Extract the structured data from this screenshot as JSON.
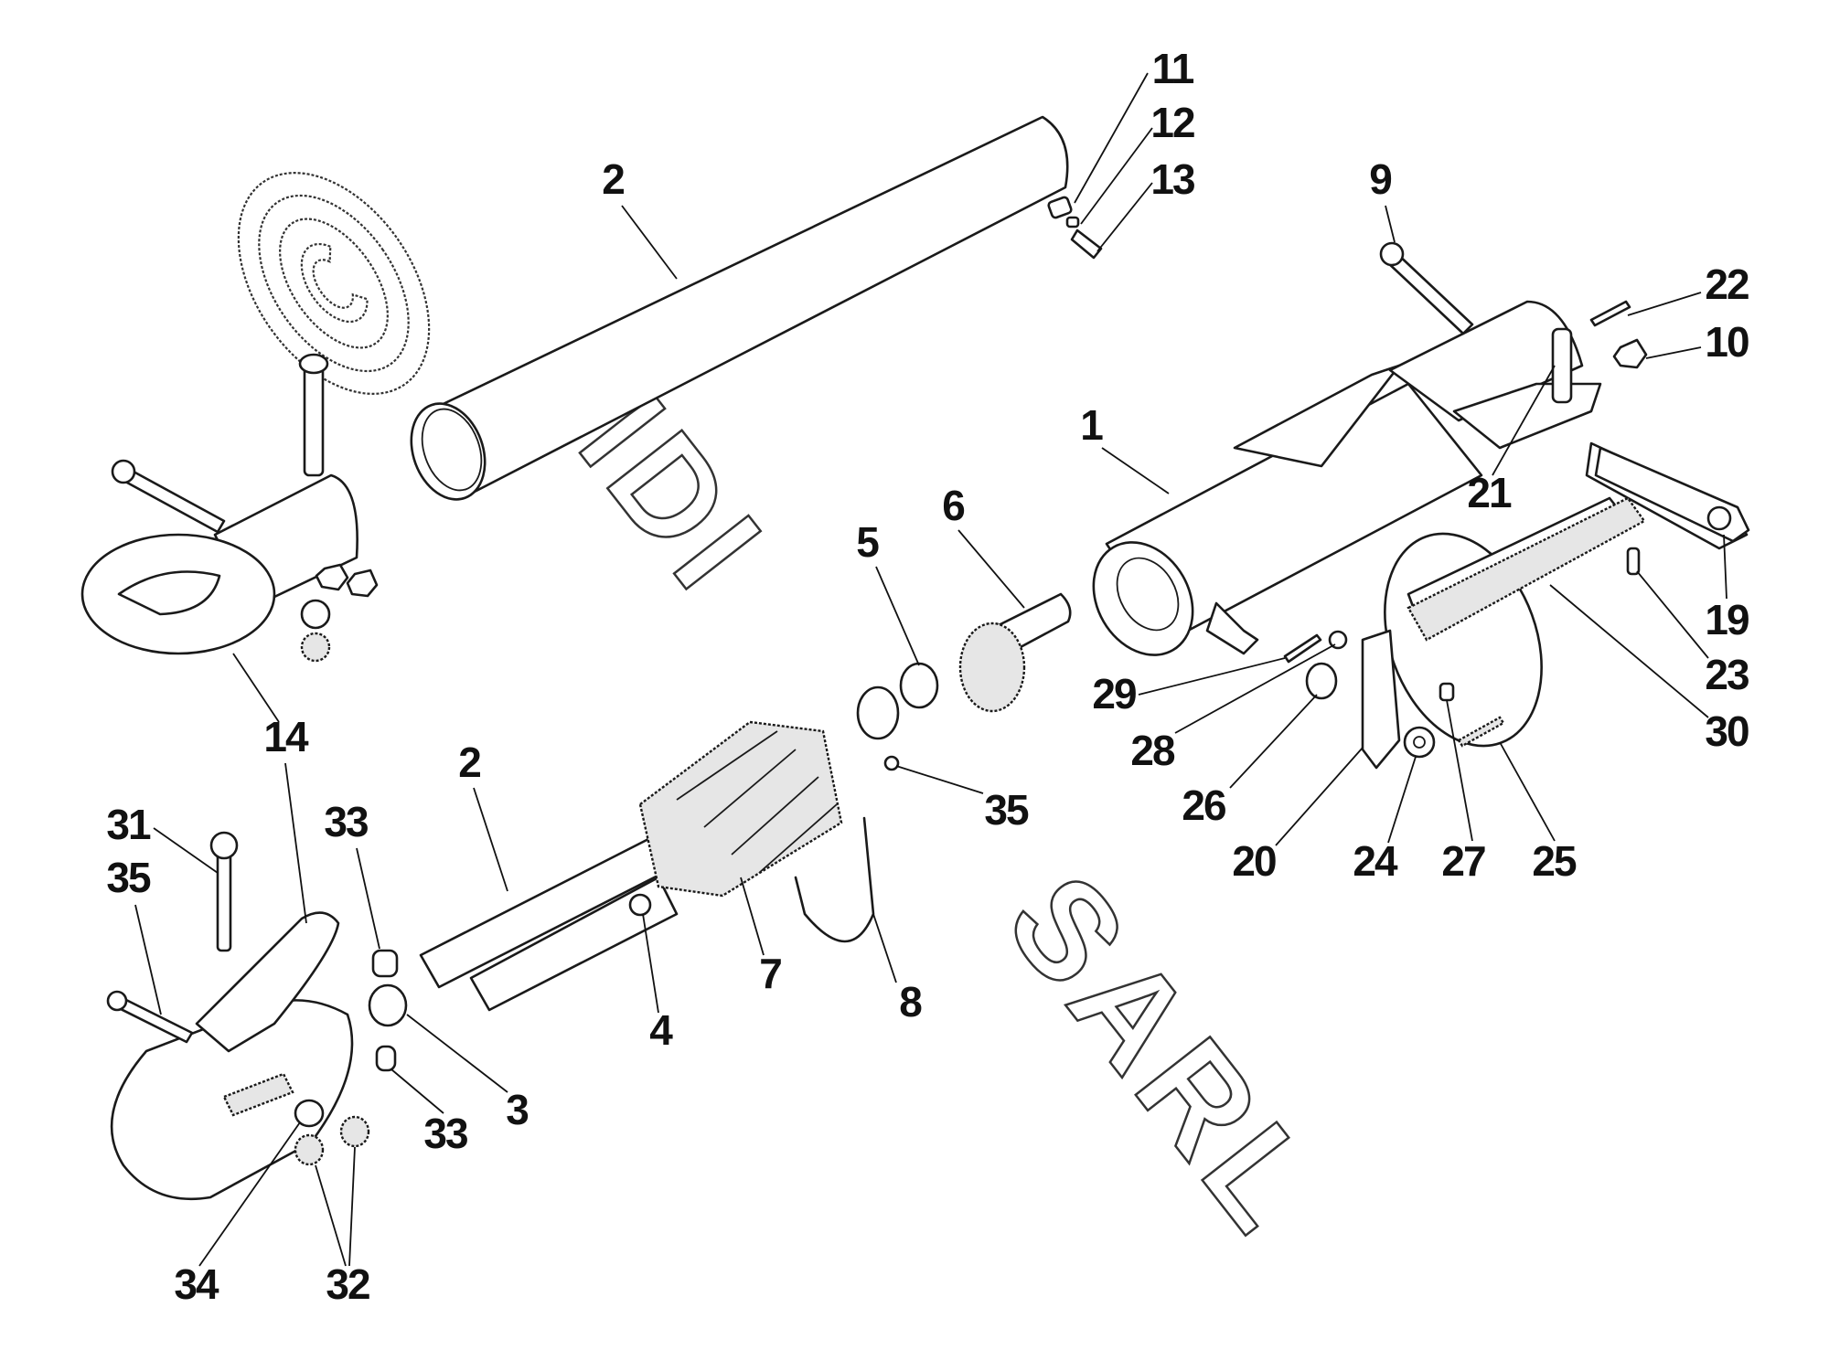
{
  "diagram": {
    "title": "Tow bar / hitch assembly exploded parts diagram",
    "watermark": "MDI SARL",
    "callouts": [
      {
        "id": "c-2-top",
        "label": "2"
      },
      {
        "id": "c-11",
        "label": "11"
      },
      {
        "id": "c-12",
        "label": "12"
      },
      {
        "id": "c-13",
        "label": "13"
      },
      {
        "id": "c-9",
        "label": "9"
      },
      {
        "id": "c-22",
        "label": "22"
      },
      {
        "id": "c-10",
        "label": "10"
      },
      {
        "id": "c-1",
        "label": "1"
      },
      {
        "id": "c-21",
        "label": "21"
      },
      {
        "id": "c-6",
        "label": "6"
      },
      {
        "id": "c-5",
        "label": "5"
      },
      {
        "id": "c-19",
        "label": "19"
      },
      {
        "id": "c-23",
        "label": "23"
      },
      {
        "id": "c-30",
        "label": "30"
      },
      {
        "id": "c-29",
        "label": "29"
      },
      {
        "id": "c-28",
        "label": "28"
      },
      {
        "id": "c-26",
        "label": "26"
      },
      {
        "id": "c-20",
        "label": "20"
      },
      {
        "id": "c-24",
        "label": "24"
      },
      {
        "id": "c-27",
        "label": "27"
      },
      {
        "id": "c-25",
        "label": "25"
      },
      {
        "id": "c-35-mid",
        "label": "35"
      },
      {
        "id": "c-14",
        "label": "14"
      },
      {
        "id": "c-2-bottom",
        "label": "2"
      },
      {
        "id": "c-31",
        "label": "31"
      },
      {
        "id": "c-35-left",
        "label": "35"
      },
      {
        "id": "c-33-top",
        "label": "33"
      },
      {
        "id": "c-7",
        "label": "7"
      },
      {
        "id": "c-8",
        "label": "8"
      },
      {
        "id": "c-4",
        "label": "4"
      },
      {
        "id": "c-3",
        "label": "3"
      },
      {
        "id": "c-33-bottom",
        "label": "33"
      },
      {
        "id": "c-34",
        "label": "34"
      },
      {
        "id": "c-32",
        "label": "32"
      }
    ]
  }
}
